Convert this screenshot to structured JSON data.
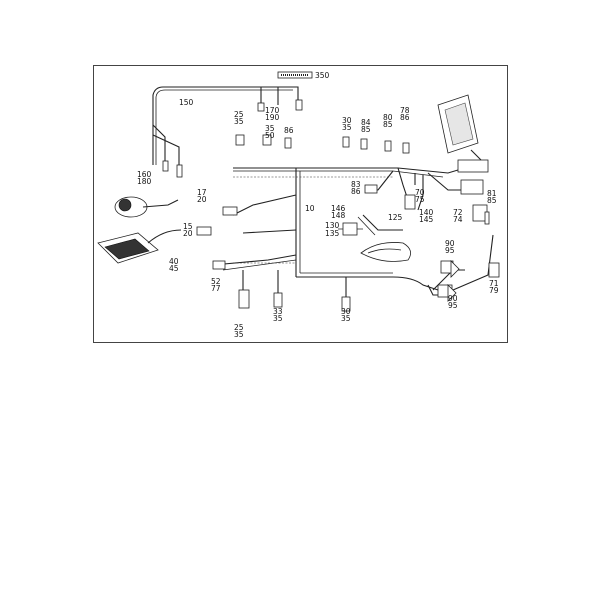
{
  "header": {
    "part_code": "350"
  },
  "callouts": [
    {
      "id": "c150",
      "lines": [
        "150"
      ]
    },
    {
      "id": "c170",
      "lines": [
        "170",
        "190"
      ]
    },
    {
      "id": "c25a",
      "lines": [
        "25",
        "35"
      ]
    },
    {
      "id": "c35",
      "lines": [
        "35",
        "50"
      ]
    },
    {
      "id": "c86",
      "lines": [
        "86"
      ]
    },
    {
      "id": "c30a",
      "lines": [
        "30",
        "35"
      ]
    },
    {
      "id": "c84",
      "lines": [
        "84",
        "85"
      ]
    },
    {
      "id": "c80",
      "lines": [
        "80",
        "85"
      ]
    },
    {
      "id": "c78",
      "lines": [
        "78",
        "86"
      ]
    },
    {
      "id": "c160",
      "lines": [
        "160",
        "180"
      ]
    },
    {
      "id": "c17",
      "lines": [
        "17",
        "20"
      ]
    },
    {
      "id": "c15",
      "lines": [
        "15",
        "20"
      ]
    },
    {
      "id": "c10",
      "lines": [
        "10"
      ]
    },
    {
      "id": "c83",
      "lines": [
        "83",
        "86"
      ]
    },
    {
      "id": "c70",
      "lines": [
        "70",
        "75"
      ]
    },
    {
      "id": "c81",
      "lines": [
        "81",
        "85"
      ]
    },
    {
      "id": "c146",
      "lines": [
        "146",
        "148"
      ]
    },
    {
      "id": "c125",
      "lines": [
        "125"
      ]
    },
    {
      "id": "c140",
      "lines": [
        "140",
        "145"
      ]
    },
    {
      "id": "c72",
      "lines": [
        "72",
        "74"
      ]
    },
    {
      "id": "c130",
      "lines": [
        "130",
        "135"
      ]
    },
    {
      "id": "c40",
      "lines": [
        "40",
        "45"
      ]
    },
    {
      "id": "c52",
      "lines": [
        "52",
        "77"
      ]
    },
    {
      "id": "c90a",
      "lines": [
        "90",
        "95"
      ]
    },
    {
      "id": "c71",
      "lines": [
        "71",
        "79"
      ]
    },
    {
      "id": "c25b",
      "lines": [
        "25",
        "35"
      ]
    },
    {
      "id": "c33",
      "lines": [
        "33",
        "35"
      ]
    },
    {
      "id": "c30b",
      "lines": [
        "30",
        "35"
      ]
    },
    {
      "id": "c90b",
      "lines": [
        "90",
        "95"
      ]
    }
  ]
}
